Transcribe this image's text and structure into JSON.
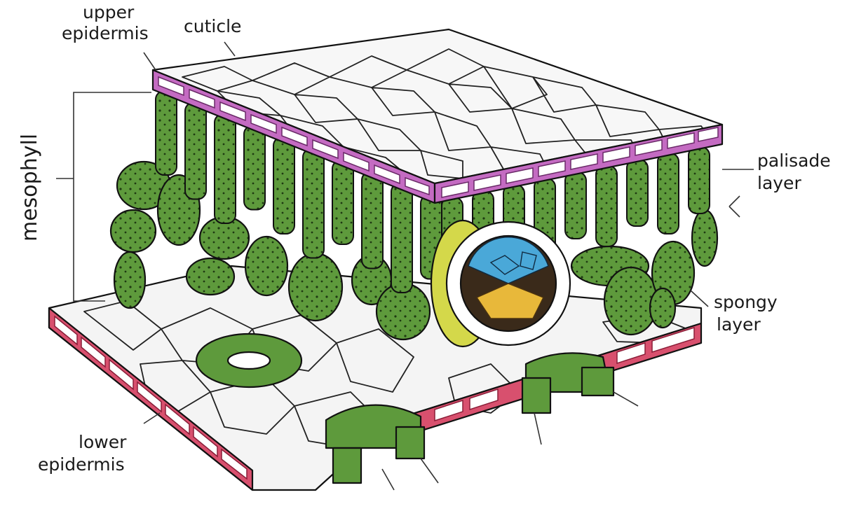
{
  "diagram": {
    "labels": {
      "upper_epidermis_line1": "upper",
      "upper_epidermis_line2": "epidermis",
      "cuticle": "cuticle",
      "mesophyll": "mesophyll",
      "palisade_line1": "palisade",
      "palisade_line2": "layer",
      "spongy_line1": "spongy",
      "spongy_line2": "layer",
      "lower_epidermis_line1": "lower",
      "lower_epidermis_line2": "epidermis"
    },
    "colors": {
      "upper_epidermis": "#c46bc2",
      "lower_epidermis": "#d8506e",
      "mesophyll_cells": "#5e9a3c",
      "mesophyll_dark": "#2f5a1e",
      "xylem": "#4aa8d8",
      "phloem": "#e8b83a",
      "bundle_sheath": "#d4d84a",
      "cell_wall": "#ffffff"
    }
  }
}
